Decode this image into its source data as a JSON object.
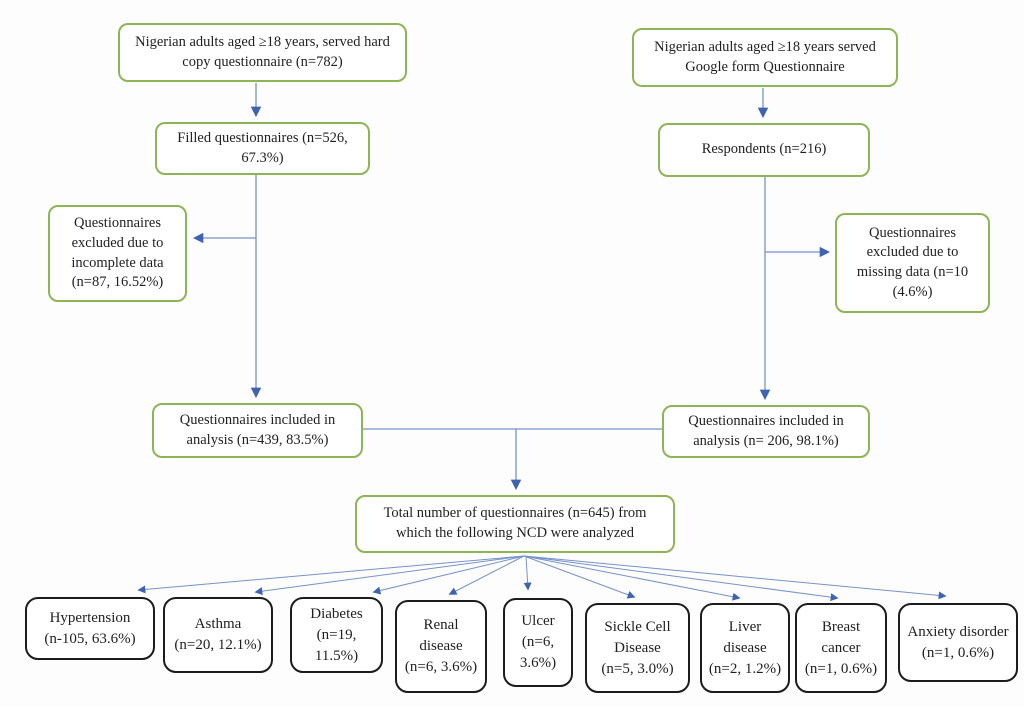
{
  "flowchart": {
    "nodes": {
      "hardcopy": "Nigerian adults aged ≥18 years, served hard copy questionnaire (n=782)",
      "filled": "Filled questionnaires (n=526, 67.3%)",
      "excluded_incomplete": "Questionnaires excluded due to incomplete data (n=87, 16.52%)",
      "included_hardcopy": "Questionnaires included in analysis (n=439, 83.5%)",
      "googleform": "Nigerian adults aged ≥18 years served Google form Questionnaire",
      "respondents": "Respondents (n=216)",
      "excluded_missing": "Questionnaires excluded due to missing data (n=10 (4.6%)",
      "included_google": "Questionnaires included in analysis (n= 206, 98.1%)",
      "total": "Total number of questionnaires (n=645) from which the following NCD were analyzed"
    },
    "ncd": [
      {
        "name": "Hypertension",
        "stat": "(n-105, 63.6%)"
      },
      {
        "name": "Asthma",
        "stat": "(n=20, 12.1%)"
      },
      {
        "name": "Diabetes",
        "stat": "(n=19, 11.5%)"
      },
      {
        "name": "Renal disease",
        "stat": "(n=6, 3.6%)"
      },
      {
        "name": "Ulcer",
        "stat": "(n=6, 3.6%)"
      },
      {
        "name": "Sickle Cell Disease",
        "stat": "(n=5, 3.0%)"
      },
      {
        "name": "Liver disease",
        "stat": "(n=2, 1.2%)"
      },
      {
        "name": "Breast cancer",
        "stat": "(n=1, 0.6%)"
      },
      {
        "name": "Anxiety disorder",
        "stat": "(n=1, 0.6%)"
      }
    ],
    "colors": {
      "green_border": "#8db556",
      "black_border": "#1c1c1c",
      "arrow": "#3e63b0",
      "line": "#7792c8"
    }
  }
}
